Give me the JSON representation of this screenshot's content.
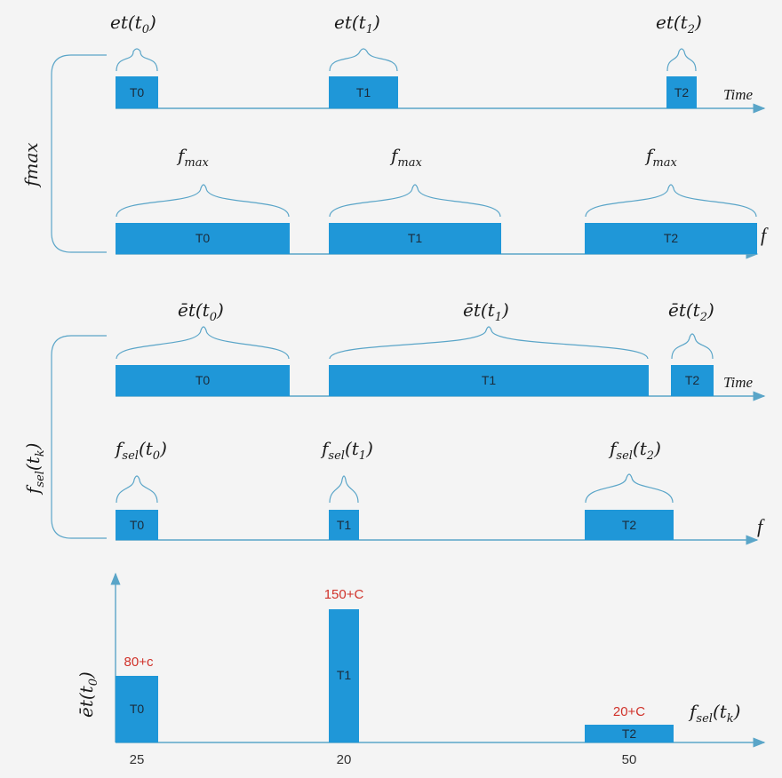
{
  "colors": {
    "bar": "#1f97d8",
    "axis": "#5aa5c8",
    "highlight": "#d0322a"
  },
  "sections": {
    "fmax": {
      "side_label": "fmax",
      "time_row": {
        "axis_label": "Time",
        "bars": [
          "T0",
          "T1",
          "T2"
        ],
        "braces": [
          "et(t0)",
          "et(t1)",
          "et(t2)"
        ]
      },
      "freq_row": {
        "axis_label": "f",
        "bars": [
          "T0",
          "T1",
          "T2"
        ],
        "braces": [
          "fmax",
          "fmax",
          "fmax"
        ]
      }
    },
    "fsel": {
      "side_label": "fsel(tk)",
      "time_row": {
        "axis_label": "Time",
        "bars": [
          "T0",
          "T1",
          "T2"
        ],
        "braces": [
          "ēt(t0)",
          "ēt(t1)",
          "ēt(t2)"
        ]
      },
      "freq_row": {
        "axis_label": "f",
        "bars": [
          "T0",
          "T1",
          "T2"
        ],
        "braces": [
          "fsel(t0)",
          "fsel(t1)",
          "fsel(t2)"
        ]
      }
    }
  },
  "chart": {
    "y_label": "ēt(t0)",
    "x_label": "fsel(tk)",
    "bars": [
      {
        "label": "T0",
        "value_label": "80+c",
        "tick": "25"
      },
      {
        "label": "T1",
        "value_label": "150+C",
        "tick": "20"
      },
      {
        "label": "T2",
        "value_label": "20+C",
        "tick": "50"
      }
    ]
  }
}
